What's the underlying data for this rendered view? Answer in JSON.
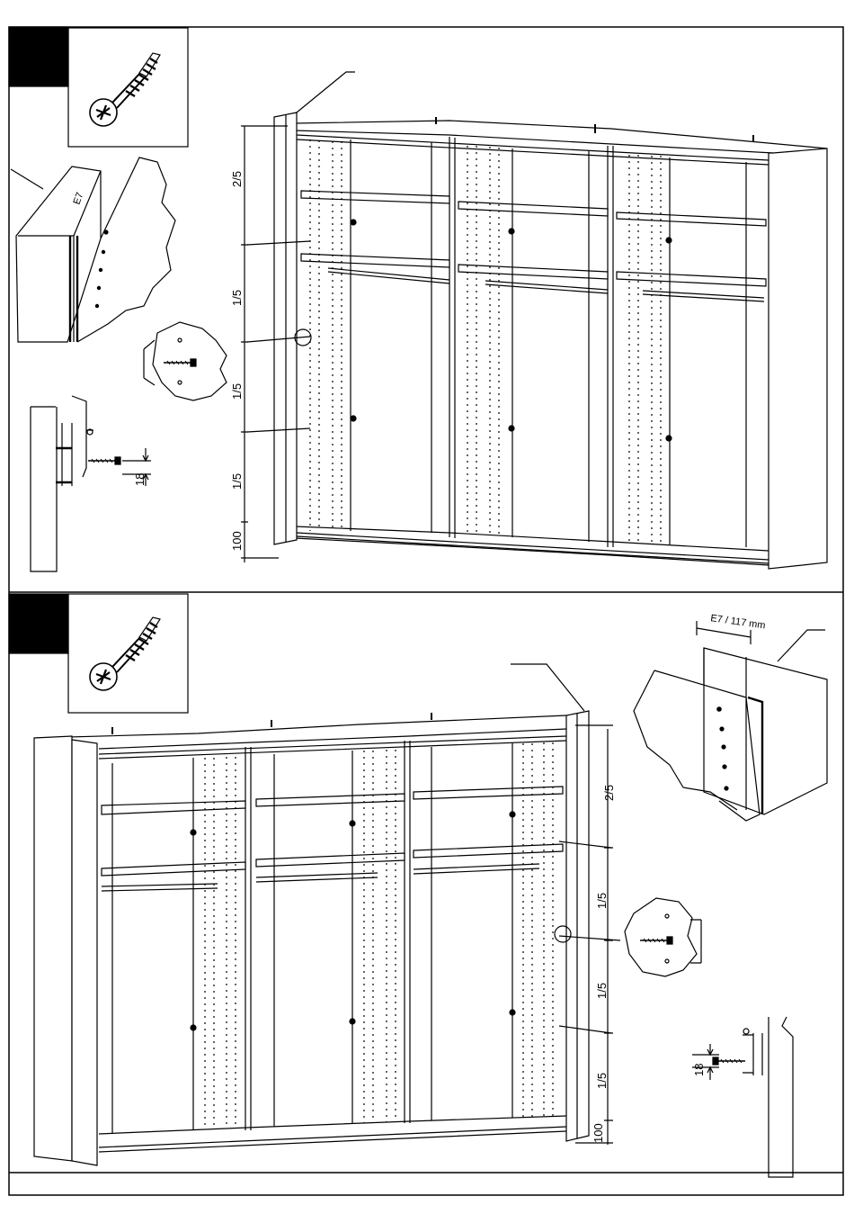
{
  "step1": {
    "dimensions": [
      "2/5",
      "1/5",
      "1/5",
      "1/5",
      "100"
    ],
    "detail_dimension": "18",
    "panel_label": "E7"
  },
  "step2": {
    "dimensions": [
      "2/5",
      "1/5",
      "1/5",
      "1/5",
      "100"
    ],
    "detail_dimension": "18",
    "panel_measure": "E7 / 117 mm"
  },
  "icons": [
    "screw-icon",
    "screw-icon"
  ]
}
